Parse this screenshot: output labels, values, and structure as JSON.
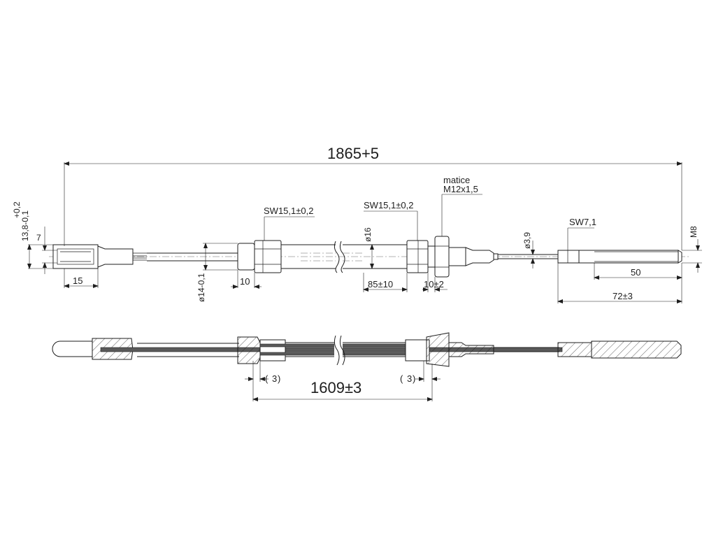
{
  "dimensions": {
    "overall_length": "1865+5",
    "tol_plus": "+0,2",
    "eye_dia": "13,8-0,1",
    "eye_slot": "7",
    "eye_len": "15",
    "sw_left": "SW15,1±0,2",
    "sw_right": "SW15,1±0,2",
    "len_10": "10",
    "dia_14": "ø14-0,1",
    "dia_16": "ø16",
    "len_85": "85±10",
    "len_10_2": "10±2",
    "nut_label_1": "matice",
    "nut_label_2": "M12x1,5",
    "dia_3_9": "ø3,9",
    "sw_end": "SW7,1",
    "thread": "M8",
    "len_50": "50",
    "len_72": "72±3",
    "sheath_length": "1609±3",
    "gap_left": "3",
    "gap_right": "3"
  }
}
